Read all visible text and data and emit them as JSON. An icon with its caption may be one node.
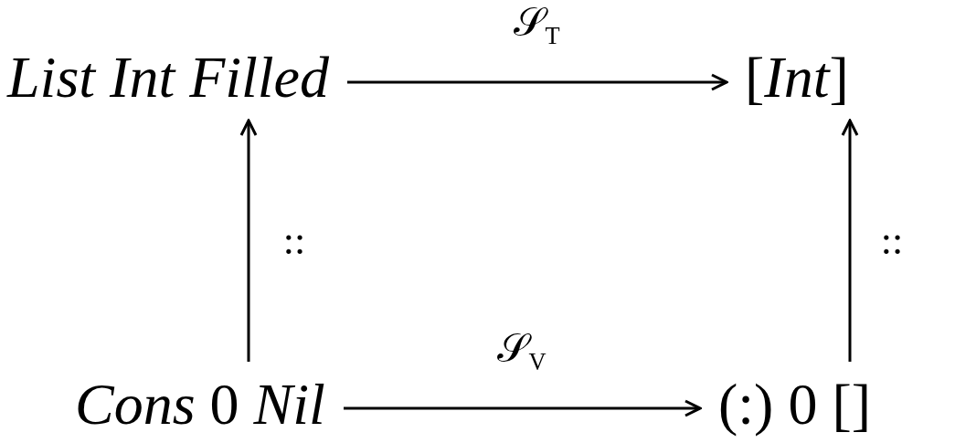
{
  "diagram": {
    "nodes": [
      {
        "text": [
          "List Int Filled"
        ]
      },
      {
        "text": [
          "[*Int*]"
        ]
      },
      {
        "text": [
          "*Cons* 0 *Nil*"
        ]
      },
      {
        "text": [
          "(:) 0 []"
        ]
      }
    ],
    "edges": [
      {
        "from": 0,
        "to": 1,
        "arrow": "to",
        "label": "𝒮$_{T}$"
      },
      {
        "from": 2,
        "to": 0,
        "arrow": "to",
        "label": "::"
      },
      {
        "from": 3,
        "to": 1,
        "arrow": "to",
        "label": "::"
      },
      {
        "from": 2,
        "to": 3,
        "arrow": "to",
        "label": "𝒮$_{V}$"
      }
    ]
  }
}
